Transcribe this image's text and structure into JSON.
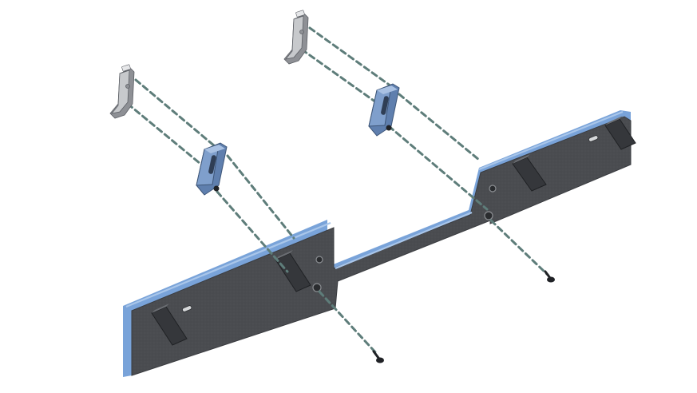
{
  "diagram": {
    "kind": "exploded-assembly",
    "components": [
      "bracket-panel",
      "left-clip",
      "right-clip",
      "left-mount",
      "right-mount",
      "left-screw",
      "right-screw",
      "panel-hook",
      "panel-slot"
    ],
    "colors": {
      "background": "#ffffff",
      "panel_face": "#4a4c50",
      "panel_edge": "#79a3d9",
      "mount": "#7f9fcc",
      "mount_dark": "#5f7fae",
      "clip": "#c7c9cc",
      "clip_dark": "#8e9095",
      "assembly_line": "#5e7d7a",
      "screw": "#202226"
    }
  }
}
